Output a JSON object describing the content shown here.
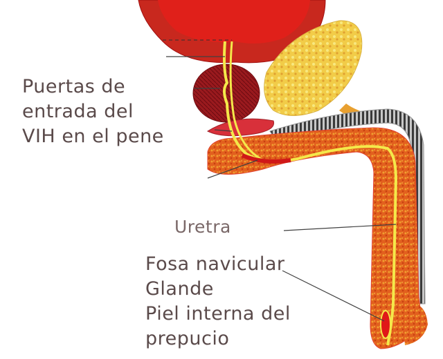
{
  "labels": {
    "entry_gates": [
      "Puertas de",
      "entrada del",
      "VIH en el pene"
    ],
    "urethra": "Uretra",
    "bottom": [
      "Fosa navicular",
      "Glande",
      "Piel interna del",
      "prepucio"
    ]
  },
  "colors": {
    "bladder": "#e0201a",
    "bladder_wall": "#c8281e",
    "prostate": "#9a1a1e",
    "seminal_vesicle": "#f2c840",
    "spongy_tissue": "#e06020",
    "urethra_line": "#f4e84a",
    "cavernosum": "#4a4a4a",
    "text": "#5a4a4a",
    "leader_line": "#404040"
  }
}
